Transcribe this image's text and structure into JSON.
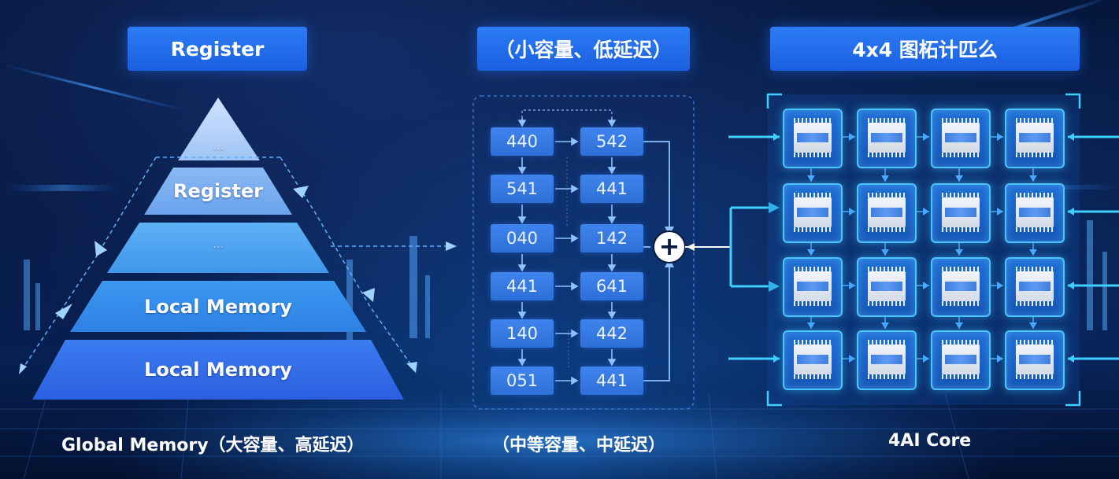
{
  "pyramid": {
    "header": "Register",
    "tiers": [
      "···",
      "Register",
      "···",
      "Local Memory",
      "Local Memory"
    ],
    "caption": "Global Memory（大容量、高延迟）"
  },
  "matrix": {
    "header": "（小容量、低延迟）",
    "left_column": [
      "440",
      "541",
      "040",
      "441",
      "140",
      "051"
    ],
    "right_column": [
      "542",
      "441",
      "142",
      "641",
      "442",
      "441"
    ],
    "adder_symbol": "+",
    "caption": "（中等容量、中延迟）"
  },
  "core_grid": {
    "header": "4x4 图柘计匹么",
    "rows": 4,
    "cols": 4,
    "caption": "4AI Core"
  },
  "colors": {
    "title_box": "#1a5fe0",
    "accent_cyan": "#3fd0ff",
    "background": "#051233"
  }
}
